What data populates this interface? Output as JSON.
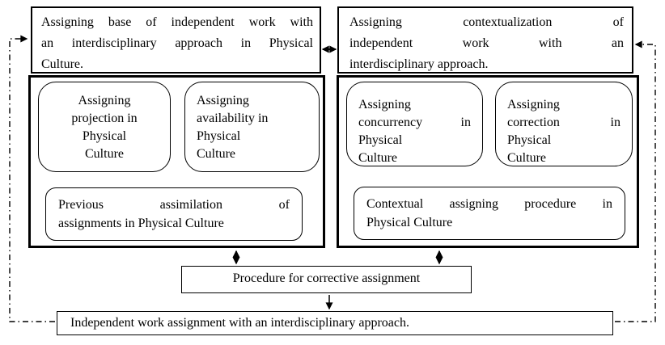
{
  "page": {
    "background": "#ffffff",
    "line_color": "#000000",
    "text_color": "#000000"
  },
  "boxes": {
    "top_left": {
      "lines": [
        "Assigning base of independent work with",
        "an interdisciplinary approach in Physical",
        "Culture."
      ]
    },
    "top_right": {
      "lines": [
        "Assigning contextualization of",
        "independent work with an",
        "interdisciplinary approach."
      ]
    },
    "projection": {
      "lines": [
        "Assigning",
        "projection in",
        "Physical",
        "Culture"
      ]
    },
    "availability": {
      "lines": [
        "Assigning",
        "availability in",
        "Physical",
        "Culture"
      ]
    },
    "concurrency": {
      "lines": [
        "Assigning",
        "concurrency in",
        "Physical",
        "Culture"
      ]
    },
    "correction": {
      "lines": [
        "Assigning",
        "correction in",
        "Physical",
        "Culture"
      ]
    },
    "previous_assimilation": {
      "lines": [
        "Previous assimilation of",
        "assignments in Physical Culture"
      ]
    },
    "contextual_procedure": {
      "lines": [
        "Contextual assigning procedure in",
        "Physical Culture"
      ]
    },
    "corrective_procedure": {
      "text": "Procedure for corrective assignment"
    },
    "final_outcome": {
      "text": "Independent work assignment with an interdisciplinary approach."
    }
  },
  "edges": [
    {
      "from": "top_left",
      "to": "top_right",
      "type": "double_arrow"
    },
    {
      "from": "projection",
      "to": "availability",
      "type": "double_arrow"
    },
    {
      "from": "concurrency",
      "to": "correction",
      "type": "double_arrow"
    },
    {
      "from": "projection",
      "to": "previous_assimilation",
      "type": "double_arrow"
    },
    {
      "from": "availability",
      "to": "previous_assimilation",
      "type": "double_arrow"
    },
    {
      "from": "concurrency",
      "to": "contextual_procedure",
      "type": "double_arrow"
    },
    {
      "from": "correction",
      "to": "contextual_procedure",
      "type": "double_arrow"
    },
    {
      "from": "left_group",
      "to": "corrective_procedure",
      "type": "double_arrow"
    },
    {
      "from": "right_group",
      "to": "corrective_procedure",
      "type": "double_arrow"
    },
    {
      "from": "corrective_procedure",
      "to": "final_outcome",
      "type": "single_arrow"
    },
    {
      "from": "final_outcome",
      "to": "top_left",
      "type": "dash_dot_feedback"
    },
    {
      "from": "final_outcome",
      "to": "top_right",
      "type": "dash_dot_feedback"
    }
  ]
}
